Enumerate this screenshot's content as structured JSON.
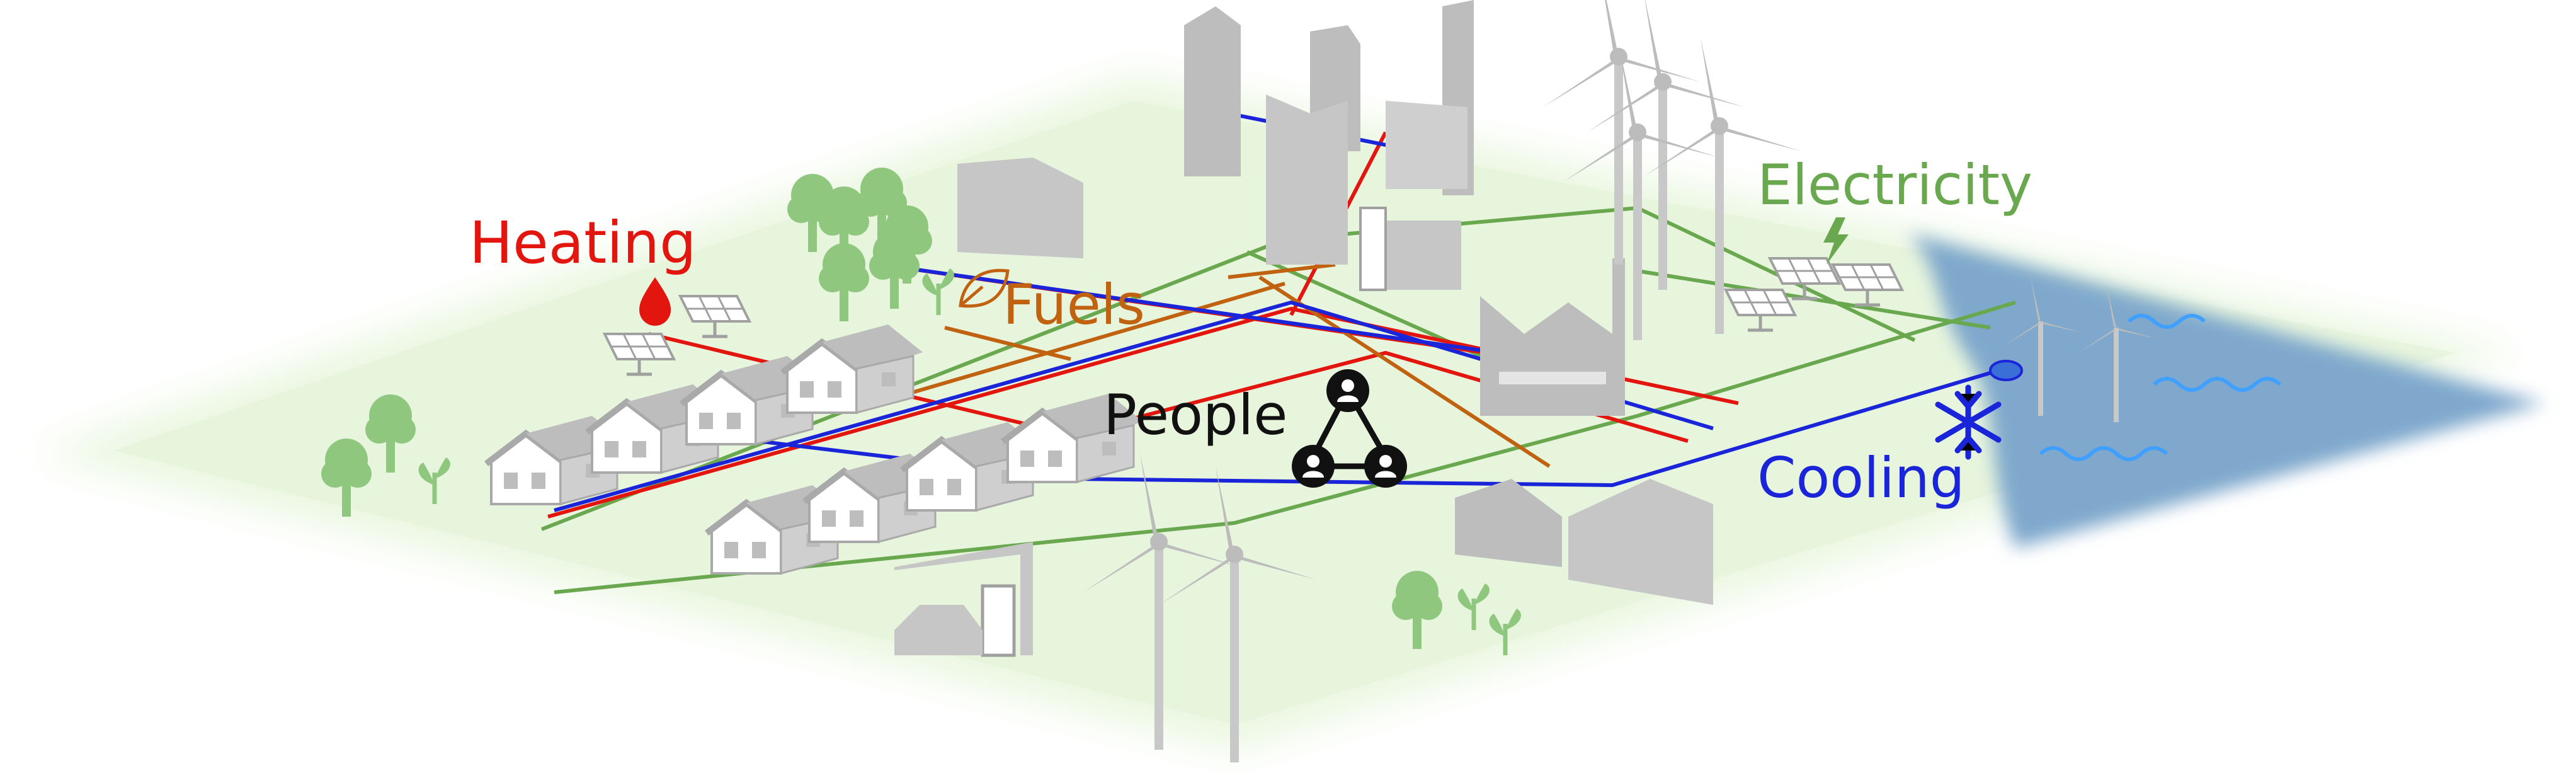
{
  "labels": {
    "heating": "Heating",
    "fuels": "Fuels",
    "people": "People",
    "electricity": "Electricity",
    "cooling": "Cooling"
  },
  "colors": {
    "heating": "#e3160f",
    "fuels": "#c0620f",
    "electricity": "#6aa84f",
    "cooling": "#1a24d8",
    "people": "#111111",
    "ground": "#eaf7e0",
    "water": "#7fa8cc",
    "building": "#bdbdbd",
    "tree": "#8fc77f"
  },
  "icons": {
    "heating": "drop-icon",
    "fuels": "leaf-icon",
    "people": "people-network-icon",
    "electricity": "lightning-icon",
    "cooling": "snowflake-icon"
  }
}
